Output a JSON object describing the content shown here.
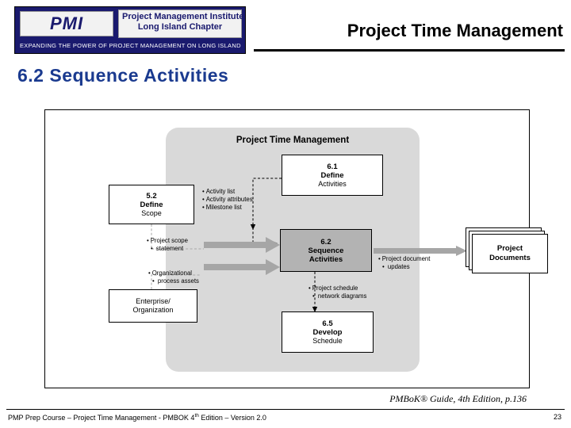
{
  "header": {
    "logo": {
      "mark": "PMI",
      "line1": "Project Management Institute",
      "line2": "Long Island Chapter",
      "tagline": "EXPANDING THE POWER OF PROJECT MANAGEMENT ON LONG ISLAND"
    },
    "title": "Project Time Management"
  },
  "slide": {
    "title": "6.2 Sequence Activities"
  },
  "figure": {
    "panel_title": "Project Time Management",
    "boxes": {
      "define_activities": {
        "num": "6.1",
        "name": "Define",
        "sub": "Activities"
      },
      "define_scope": {
        "num": "5.2",
        "name": "Define",
        "sub": "Scope"
      },
      "sequence_activities": {
        "num": "6.2",
        "name": "Sequence",
        "sub": "Activities"
      },
      "enterprise_org": {
        "num": "",
        "name": "Enterprise/",
        "sub": "Organization"
      },
      "develop_schedule": {
        "num": "6.5",
        "name": "Develop",
        "sub": "Schedule"
      },
      "project_documents": {
        "num": "",
        "name": "Project",
        "sub": "Documents"
      }
    },
    "bullets": {
      "activity_inputs": [
        "Activity list",
        "Activity attributes",
        "Milestone list"
      ],
      "project_scope": [
        "Project scope",
        "  statement"
      ],
      "org_assets": [
        "Organizational",
        "  process assets"
      ],
      "doc_updates": [
        "Project document",
        "  updates"
      ],
      "network_diagrams": [
        "Project schedule",
        "  network diagrams"
      ]
    }
  },
  "source_note": "PMBoK® Guide, 4th Edition, p.136",
  "footer": {
    "left_a": "PMP Prep Course – Project Time Management - PMBOK 4",
    "left_sup": "th",
    "left_b": " Edition – Version 2.0",
    "page": "23"
  }
}
